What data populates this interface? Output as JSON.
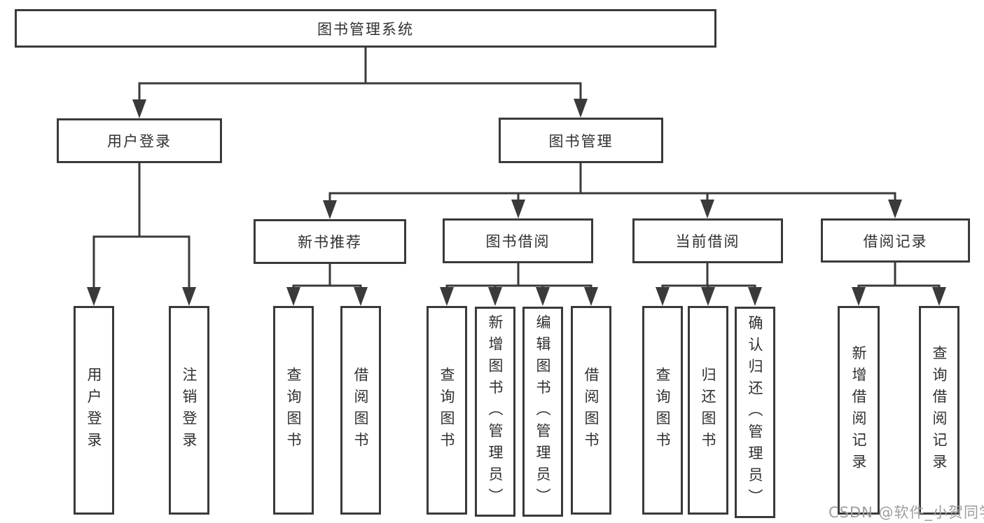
{
  "colors": {
    "line": "#3a3a3a",
    "text": "#303030",
    "watermark": "#9e9e9e",
    "background": "#ffffff"
  },
  "watermark": "CSDN @软件_小贺同学",
  "tree": {
    "label": "图书管理系统",
    "children": [
      {
        "label": "用户登录",
        "children": [
          {
            "label": "用户登录"
          },
          {
            "label": "注销登录"
          }
        ]
      },
      {
        "label": "图书管理",
        "children": [
          {
            "label": "新书推荐",
            "children": [
              {
                "label": "查询图书"
              },
              {
                "label": "借阅图书"
              }
            ]
          },
          {
            "label": "图书借阅",
            "children": [
              {
                "label": "查询图书"
              },
              {
                "label": "新增图书（管理员）"
              },
              {
                "label": "编辑图书（管理员）"
              },
              {
                "label": "借阅图书"
              }
            ]
          },
          {
            "label": "当前借阅",
            "children": [
              {
                "label": "查询图书"
              },
              {
                "label": "归还图书"
              },
              {
                "label": "确认归还（管理员）"
              }
            ]
          },
          {
            "label": "借阅记录",
            "children": [
              {
                "label": "新增借阅记录"
              },
              {
                "label": "查询借阅记录"
              }
            ]
          }
        ]
      }
    ]
  }
}
